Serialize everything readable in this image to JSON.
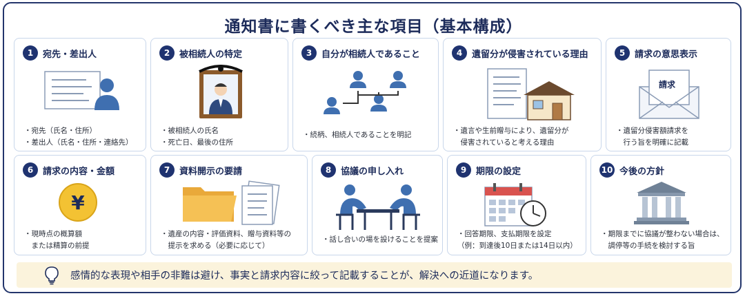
{
  "title": "通知書に書くべき主な項目（基本構成）",
  "colors": {
    "navy": "#1f3370",
    "blue": "#3f6fb0",
    "border": "#c8d6ea",
    "tip_bg": "#fbf3dc"
  },
  "items": [
    {
      "num": "1",
      "title": "宛先・差出人",
      "icon": "document-person-icon",
      "lines": [
        "・宛先（氏名・住所）",
        "・差出人（氏名・住所・連絡先）"
      ]
    },
    {
      "num": "2",
      "title": "被相続人の特定",
      "icon": "memorial-portrait-icon",
      "lines": [
        "・被相続人の氏名",
        "・死亡日、最後の住所"
      ]
    },
    {
      "num": "3",
      "title": "自分が相続人であること",
      "icon": "family-tree-icon",
      "lines": [
        "・続柄、相続人であることを明記"
      ]
    },
    {
      "num": "4",
      "title": "遺留分が侵害されている理由",
      "icon": "document-house-icon",
      "lines": [
        "・遺言や生前贈与により、遺留分が",
        "　侵害されていると考える理由"
      ]
    },
    {
      "num": "5",
      "title": "請求の意思表示",
      "icon": "envelope-letter-icon",
      "letter_label": "請求",
      "lines": [
        "・遺留分侵害額請求を",
        "　行う旨を明確に記載"
      ]
    },
    {
      "num": "6",
      "title": "請求の内容・金額",
      "icon": "yen-coin-icon",
      "coin_symbol": "¥",
      "lines": [
        "・現時点の概算額",
        "　または精算の前提"
      ]
    },
    {
      "num": "7",
      "title": "資料開示の要請",
      "icon": "folder-documents-icon",
      "lines": [
        "・遺産の内容・評価資料、贈与資料等の",
        "　提示を求める（必要に応じて）"
      ]
    },
    {
      "num": "8",
      "title": "協議の申し入れ",
      "icon": "meeting-icon",
      "lines": [
        "・話し合いの場を設けることを提案"
      ]
    },
    {
      "num": "9",
      "title": "期限の設定",
      "icon": "calendar-clock-icon",
      "lines": [
        "・回答期限、支払期限を設定",
        "（例：到達後10日または14日以内）"
      ]
    },
    {
      "num": "10",
      "title": "今後の方針",
      "icon": "courthouse-icon",
      "lines": [
        "・期限までに協議が整わない場合は、",
        "　調停等の手続を検討する旨"
      ]
    }
  ],
  "tip": {
    "icon": "lightbulb-icon",
    "text": "感情的な表現や相手の非難は避け、事実と請求内容に絞って記載することが、解決への近道になります。"
  }
}
